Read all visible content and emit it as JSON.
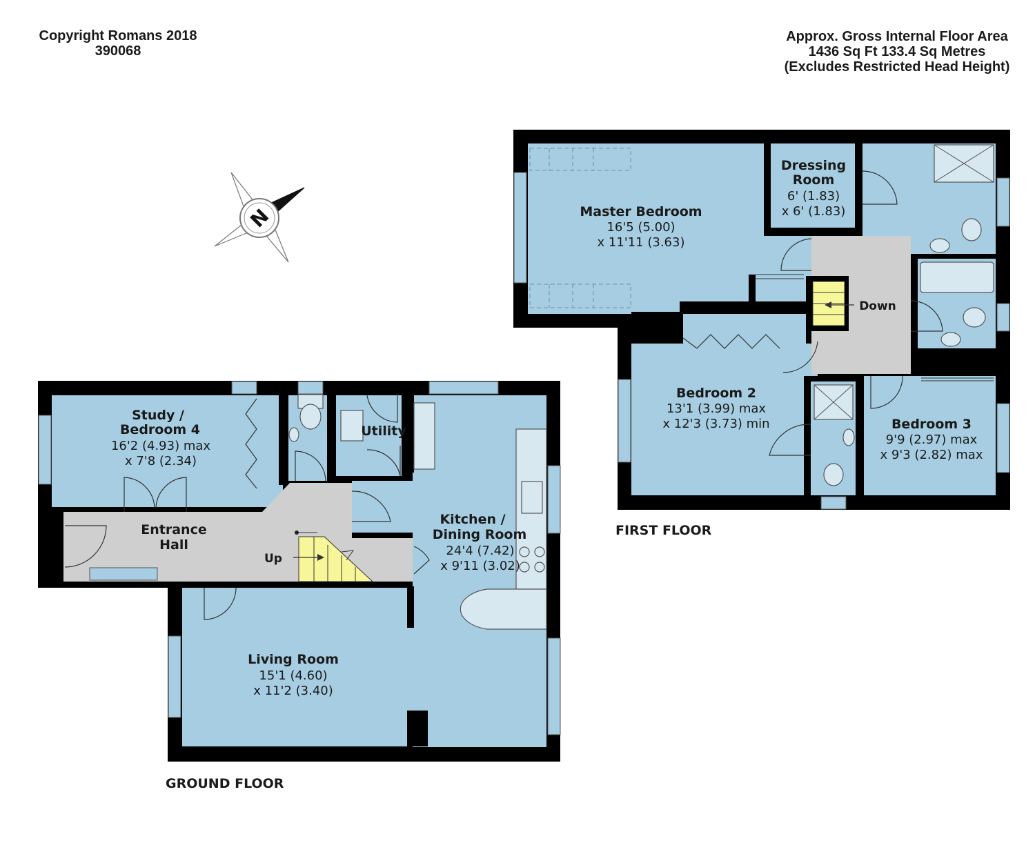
{
  "header": {
    "copyright_line1": "Copyright Romans 2018",
    "copyright_line2": "390068",
    "area_line1": "Approx. Gross Internal Floor Area",
    "area_line2": "1436 Sq Ft 133.4  Sq Metres",
    "area_line3": "(Excludes Restricted Head Height)"
  },
  "compass": {
    "letter": "N",
    "icon": "compass-rose-icon"
  },
  "ground_floor": {
    "label": "GROUND FLOOR",
    "study": {
      "name1": "Study /",
      "name2": "Bedroom 4",
      "dim1": "16'2 (4.93) max",
      "dim2": "x 7'8 (2.34)"
    },
    "utility": {
      "name": "Utility"
    },
    "entrance_hall": {
      "name1": "Entrance",
      "name2": "Hall"
    },
    "stairs": {
      "label": "Up"
    },
    "kitchen": {
      "name1": "Kitchen /",
      "name2": "Dining Room",
      "dim1": "24'4 (7.42)",
      "dim2": "x 9'11 (3.02)"
    },
    "living": {
      "name": "Living Room",
      "dim1": "15'1 (4.60)",
      "dim2": "x 11'2 (3.40)"
    }
  },
  "first_floor": {
    "label": "FIRST FLOOR",
    "master": {
      "name": "Master Bedroom",
      "dim1": "16'5 (5.00)",
      "dim2": "x 11'11 (3.63)"
    },
    "dressing": {
      "name1": "Dressing",
      "name2": "Room",
      "dim1": "6' (1.83)",
      "dim2": "x 6' (1.83)"
    },
    "stairs": {
      "label": "Down"
    },
    "bedroom2": {
      "name": "Bedroom 2",
      "dim1": "13'1 (3.99) max",
      "dim2": "x 12'3 (3.73) min"
    },
    "bedroom3": {
      "name": "Bedroom 3",
      "dim1": "9'9 (2.97) max",
      "dim2": "x 9'3 (2.82) max"
    }
  },
  "colors": {
    "room": "#a6cde2",
    "hall": "#cfcfcf",
    "wall": "#000000",
    "stairs": "#f7f79a"
  }
}
